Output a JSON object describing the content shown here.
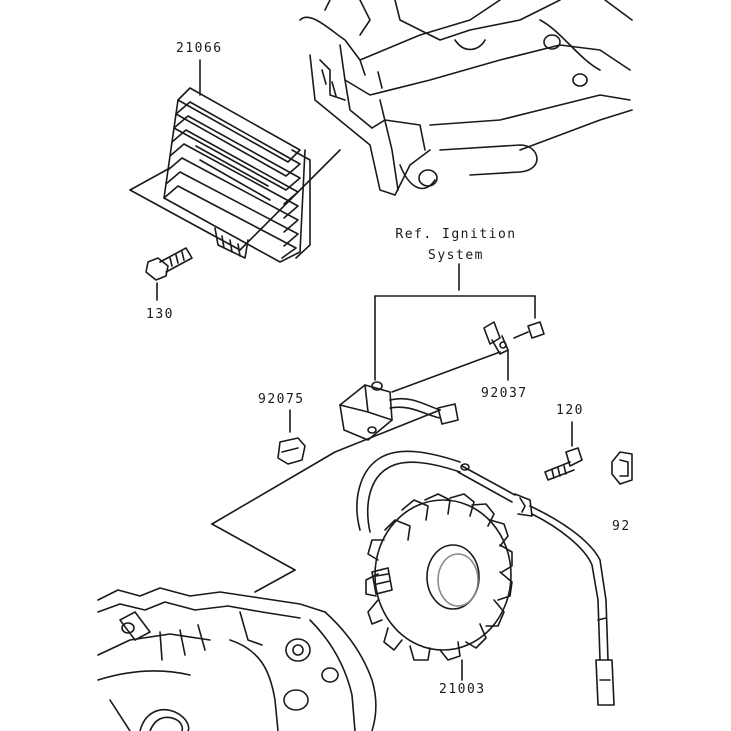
{
  "diagram": {
    "parts": [
      {
        "number": "21066"
      },
      {
        "number": "130"
      },
      {
        "number": "92075"
      },
      {
        "number": "92037"
      },
      {
        "number": "120"
      },
      {
        "number": "92"
      },
      {
        "number": "21003"
      }
    ],
    "reference": {
      "line1": "Ref. Ignition",
      "line2": "System"
    },
    "colors": {
      "ink": "#1a1a1a",
      "paper": "#ffffff",
      "shade": "#8a8a8a"
    }
  }
}
